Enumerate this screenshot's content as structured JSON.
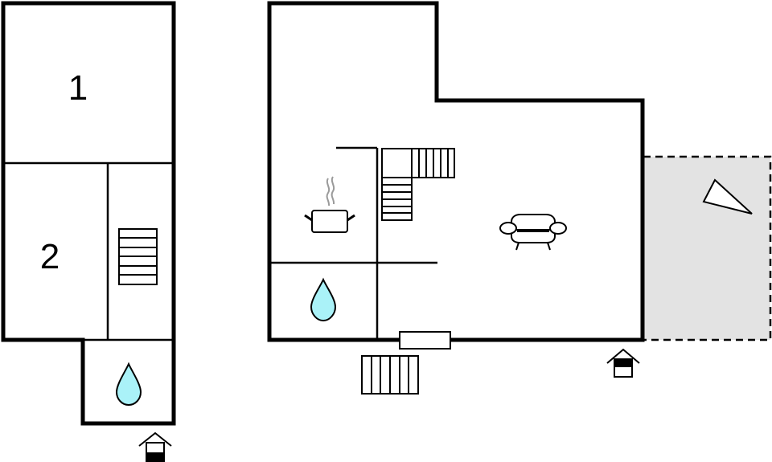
{
  "diagram": {
    "type": "floor-plan",
    "colors": {
      "wall": "#000000",
      "background": "#ffffff",
      "terrace_fill": "#e3e3e3",
      "water_drop": "#aaf2f8",
      "steam": "#9a9a9a"
    },
    "rooms": [
      {
        "label": "1",
        "type": "bedroom"
      },
      {
        "label": "2",
        "type": "bedroom"
      }
    ],
    "icons": [
      {
        "name": "stairs-icon",
        "building": "left"
      },
      {
        "name": "bathroom-water-drop-icon",
        "building": "left"
      },
      {
        "name": "entrance-icon",
        "building": "left"
      },
      {
        "name": "kitchen-pot-icon",
        "building": "main"
      },
      {
        "name": "stairs-icon",
        "building": "main"
      },
      {
        "name": "bathroom-water-drop-icon",
        "building": "main"
      },
      {
        "name": "living-room-sofa-icon",
        "building": "main"
      },
      {
        "name": "window-icon",
        "building": "main"
      },
      {
        "name": "outside-steps-icon",
        "building": "main"
      },
      {
        "name": "entrance-icon",
        "building": "main"
      },
      {
        "name": "terrace-sun-icon",
        "building": "terrace"
      }
    ]
  }
}
